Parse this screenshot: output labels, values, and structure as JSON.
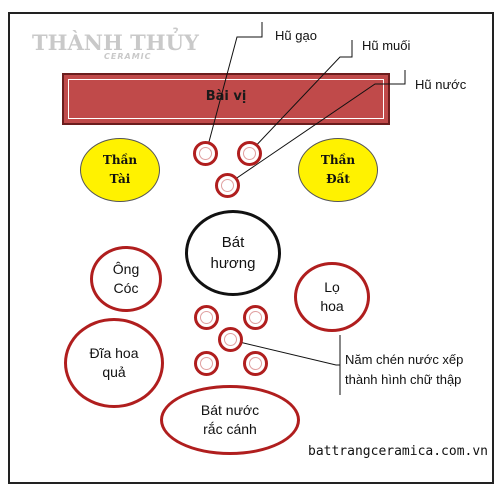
{
  "logo": {
    "name": "THÀNH THỦY",
    "tagline": "CERAMIC"
  },
  "altar": {
    "label": "Bài vị"
  },
  "deities": [
    {
      "line1": "Thần",
      "line2": "Tài"
    },
    {
      "line1": "Thần",
      "line2": "Đất"
    }
  ],
  "urns": {
    "rice": "Hũ gạo",
    "salt": "Hũ muối",
    "water": "Hũ nước"
  },
  "incense_bowl": {
    "line1": "Bát",
    "line2": "hương"
  },
  "toad": {
    "line1": "Ông",
    "line2": "Cóc"
  },
  "vase": {
    "line1": "Lọ",
    "line2": "hoa"
  },
  "fruit_plate": {
    "line1": "Đĩa hoa",
    "line2": "quả"
  },
  "water_bowl": {
    "line1": "Bát nước",
    "line2": "rắc cánh"
  },
  "cups_note": {
    "line1": "Năm chén nước xếp",
    "line2": "thành hình chữ thập"
  },
  "website": "battrangceramica.com.vn",
  "colors": {
    "altar": "#c04a4a",
    "ring": "#b01e1e",
    "deity": "#fff200"
  }
}
